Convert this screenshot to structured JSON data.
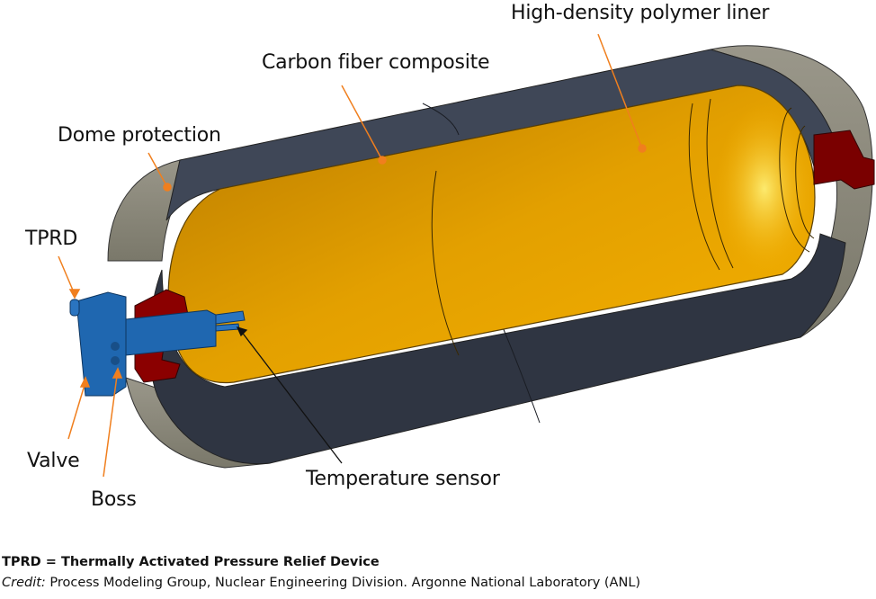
{
  "diagram": {
    "title": "Hydrogen tank cutaway",
    "labels": {
      "liner": "High-density polymer liner",
      "carbon": "Carbon fiber composite",
      "dome": "Dome protection",
      "tprd": "TPRD",
      "valve": "Valve",
      "boss": "Boss",
      "sensor": "Temperature sensor"
    },
    "colors": {
      "liner": "#e8a400",
      "carbon": "#3b4352",
      "dome": "#8a8878",
      "boss": "#8b0000",
      "valve": "#1f67b0",
      "leader": "#f07f1e",
      "sensor_leader": "#111111"
    }
  },
  "caption": {
    "definition": "TPRD = Thermally Activated Pressure Relief Device",
    "credit_prefix": "Credit:",
    "credit_text": " Process Modeling Group, Nuclear Engineering Division. Argonne National Laboratory (ANL)"
  }
}
